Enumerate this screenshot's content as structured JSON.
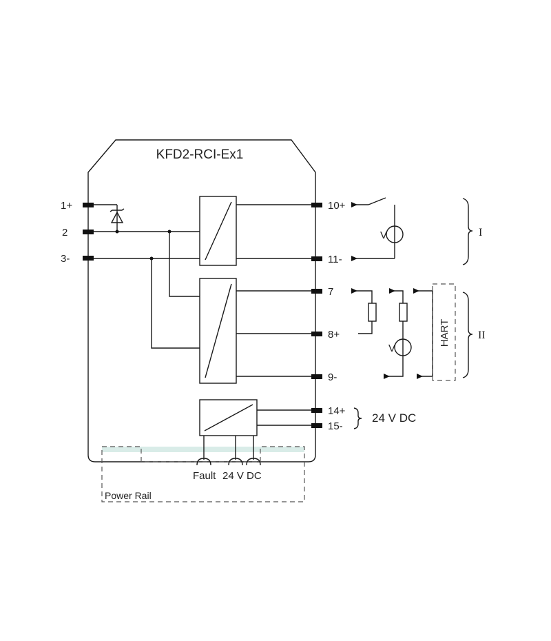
{
  "module": {
    "title": "KFD2-RCI-Ex1"
  },
  "left_terminals": [
    "1+",
    "2",
    "3-"
  ],
  "right_terminals": [
    "10+",
    "11-",
    "7",
    "8+",
    "9-",
    "14+",
    "15-"
  ],
  "voltage_source_label": "V",
  "group_labels": {
    "group_1": "I",
    "group_2": "II"
  },
  "hart_label": "HART",
  "supply_label": "24 V DC",
  "bottom_labels": {
    "fault": "Fault",
    "supply": "24 V DC"
  },
  "power_rail_label": "Power Rail",
  "colors": {
    "line": "#1a1a1a",
    "dashed": "#555555",
    "rail": "#d9ece8"
  }
}
